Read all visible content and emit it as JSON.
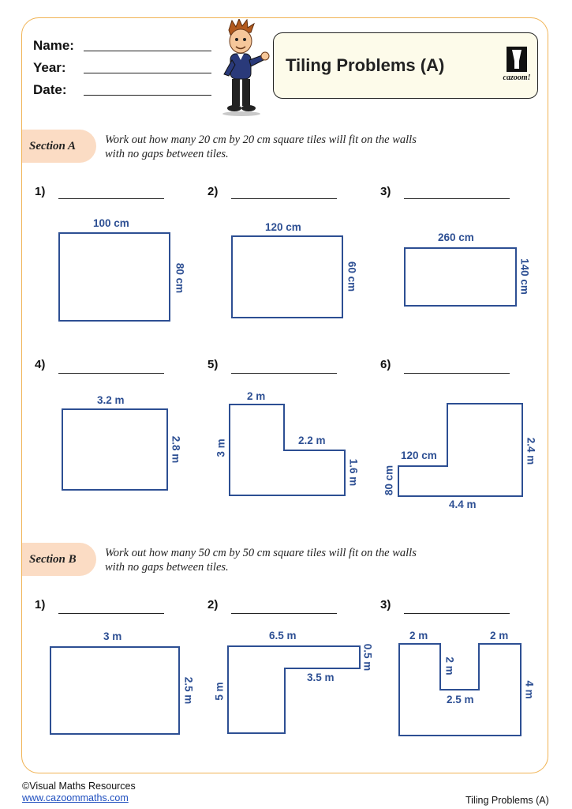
{
  "header": {
    "name_label": "Name:",
    "year_label": "Year:",
    "date_label": "Date:",
    "title": "Tiling Problems (A)",
    "logo_text": "cazoom!"
  },
  "section_a": {
    "tag": "Section A",
    "instruction_line1": "Work out how many 20 cm by 20 cm square tiles will fit on the walls",
    "instruction_line2": "with no gaps between tiles.",
    "questions": [
      {
        "num": "1)",
        "labels": [
          "100 cm",
          "80 cm"
        ]
      },
      {
        "num": "2)",
        "labels": [
          "120 cm",
          "60 cm"
        ]
      },
      {
        "num": "3)",
        "labels": [
          "260 cm",
          "140 cm"
        ]
      },
      {
        "num": "4)",
        "labels": [
          "3.2 m",
          "2.8 m"
        ]
      },
      {
        "num": "5)",
        "labels": [
          "2 m",
          "2.2 m",
          "3 m",
          "1.6 m"
        ]
      },
      {
        "num": "6)",
        "labels": [
          "120 cm",
          "2.4 m",
          "80 cm",
          "4.4 m"
        ]
      }
    ]
  },
  "section_b": {
    "tag": "Section B",
    "instruction_line1": "Work out how many 50 cm by 50 cm square tiles will fit on the walls",
    "instruction_line2": "with no gaps between tiles.",
    "questions": [
      {
        "num": "1)",
        "labels": [
          "3 m",
          "2.5 m"
        ]
      },
      {
        "num": "2)",
        "labels": [
          "6.5 m",
          "0.5 m",
          "3.5 m",
          "5 m"
        ]
      },
      {
        "num": "3)",
        "labels": [
          "2 m",
          "2 m",
          "2 m",
          "2.5 m",
          "4 m"
        ]
      }
    ]
  },
  "footer": {
    "copyright": "©Visual Maths Resources",
    "url": "www.cazoommaths.com",
    "page_title": "Tiling Problems (A)"
  },
  "colors": {
    "border": "#f0b354",
    "section_tag": "#fbdcc4",
    "title_box": "#fdfbea",
    "dimension_text": "#2d4f93",
    "shape_stroke": "#2d4f93"
  }
}
